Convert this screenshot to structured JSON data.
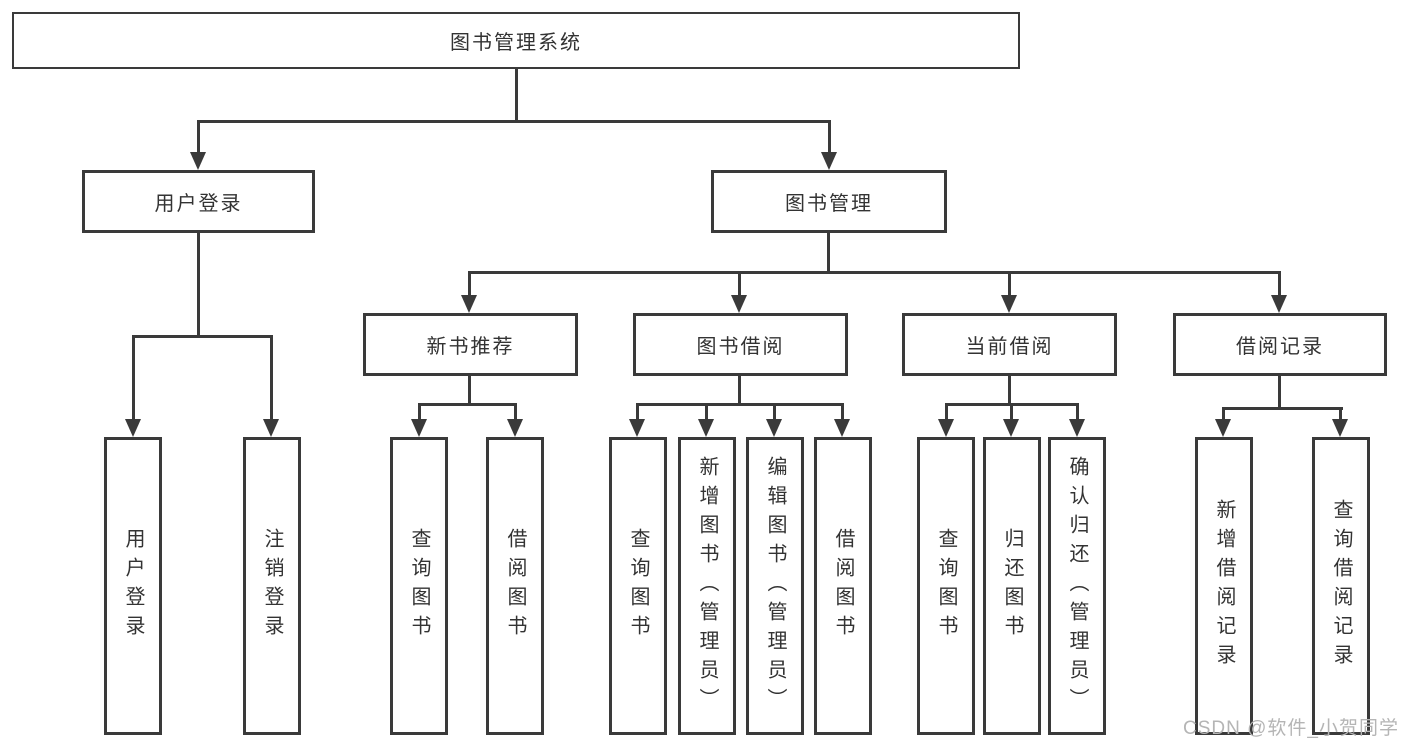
{
  "diagram": {
    "root": "图书管理系统",
    "level2": [
      {
        "label": "用户登录"
      },
      {
        "label": "图书管理"
      }
    ],
    "level3": [
      {
        "label": "新书推荐"
      },
      {
        "label": "图书借阅"
      },
      {
        "label": "当前借阅"
      },
      {
        "label": "借阅记录"
      }
    ],
    "leaves": {
      "user_login": [
        "用户登录",
        "注销登录"
      ],
      "new_book": [
        "查询图书",
        "借阅图书"
      ],
      "book_borrow": [
        "查询图书",
        "新增图书（管理员）",
        "编辑图书（管理员）",
        "借阅图书"
      ],
      "current_borrow": [
        "查询图书",
        "归还图书",
        "确认归还（管理员）"
      ],
      "borrow_records": [
        "新增借阅记录",
        "查询借阅记录"
      ]
    }
  },
  "watermark": {
    "text": "CSDN @软件_小贺同学"
  },
  "colors": {
    "line": "#3a3a3a",
    "box_bg": "#ffffff",
    "text": "#333333",
    "watermark": "#b5b5b5"
  }
}
